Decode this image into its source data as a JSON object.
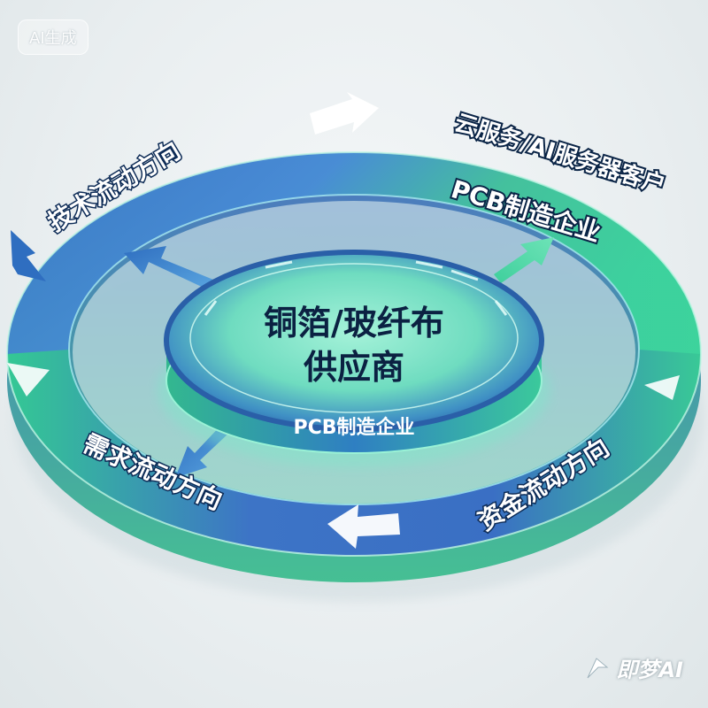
{
  "badge": {
    "text": "AI生成"
  },
  "ring_labels": {
    "tech_flow": "技术流动方向",
    "demand_flow": "需求流动方向",
    "capital_flow": "资金流动方向"
  },
  "nodes": {
    "cloud_customer": "云服务/AI服务器客户",
    "pcb_enterprise": "PCB制造企业"
  },
  "hub": {
    "title_line1": "铜箔/玻纤布",
    "title_line2": "供应商",
    "subtitle": "PCB制造企业"
  },
  "watermark": {
    "text": "即梦AI"
  },
  "colors": {
    "ring_blue": "#3b74c9",
    "ring_green": "#3fd29a",
    "hub_blue": "#2a5fa8",
    "hub_teal": "#7ee7c9"
  }
}
